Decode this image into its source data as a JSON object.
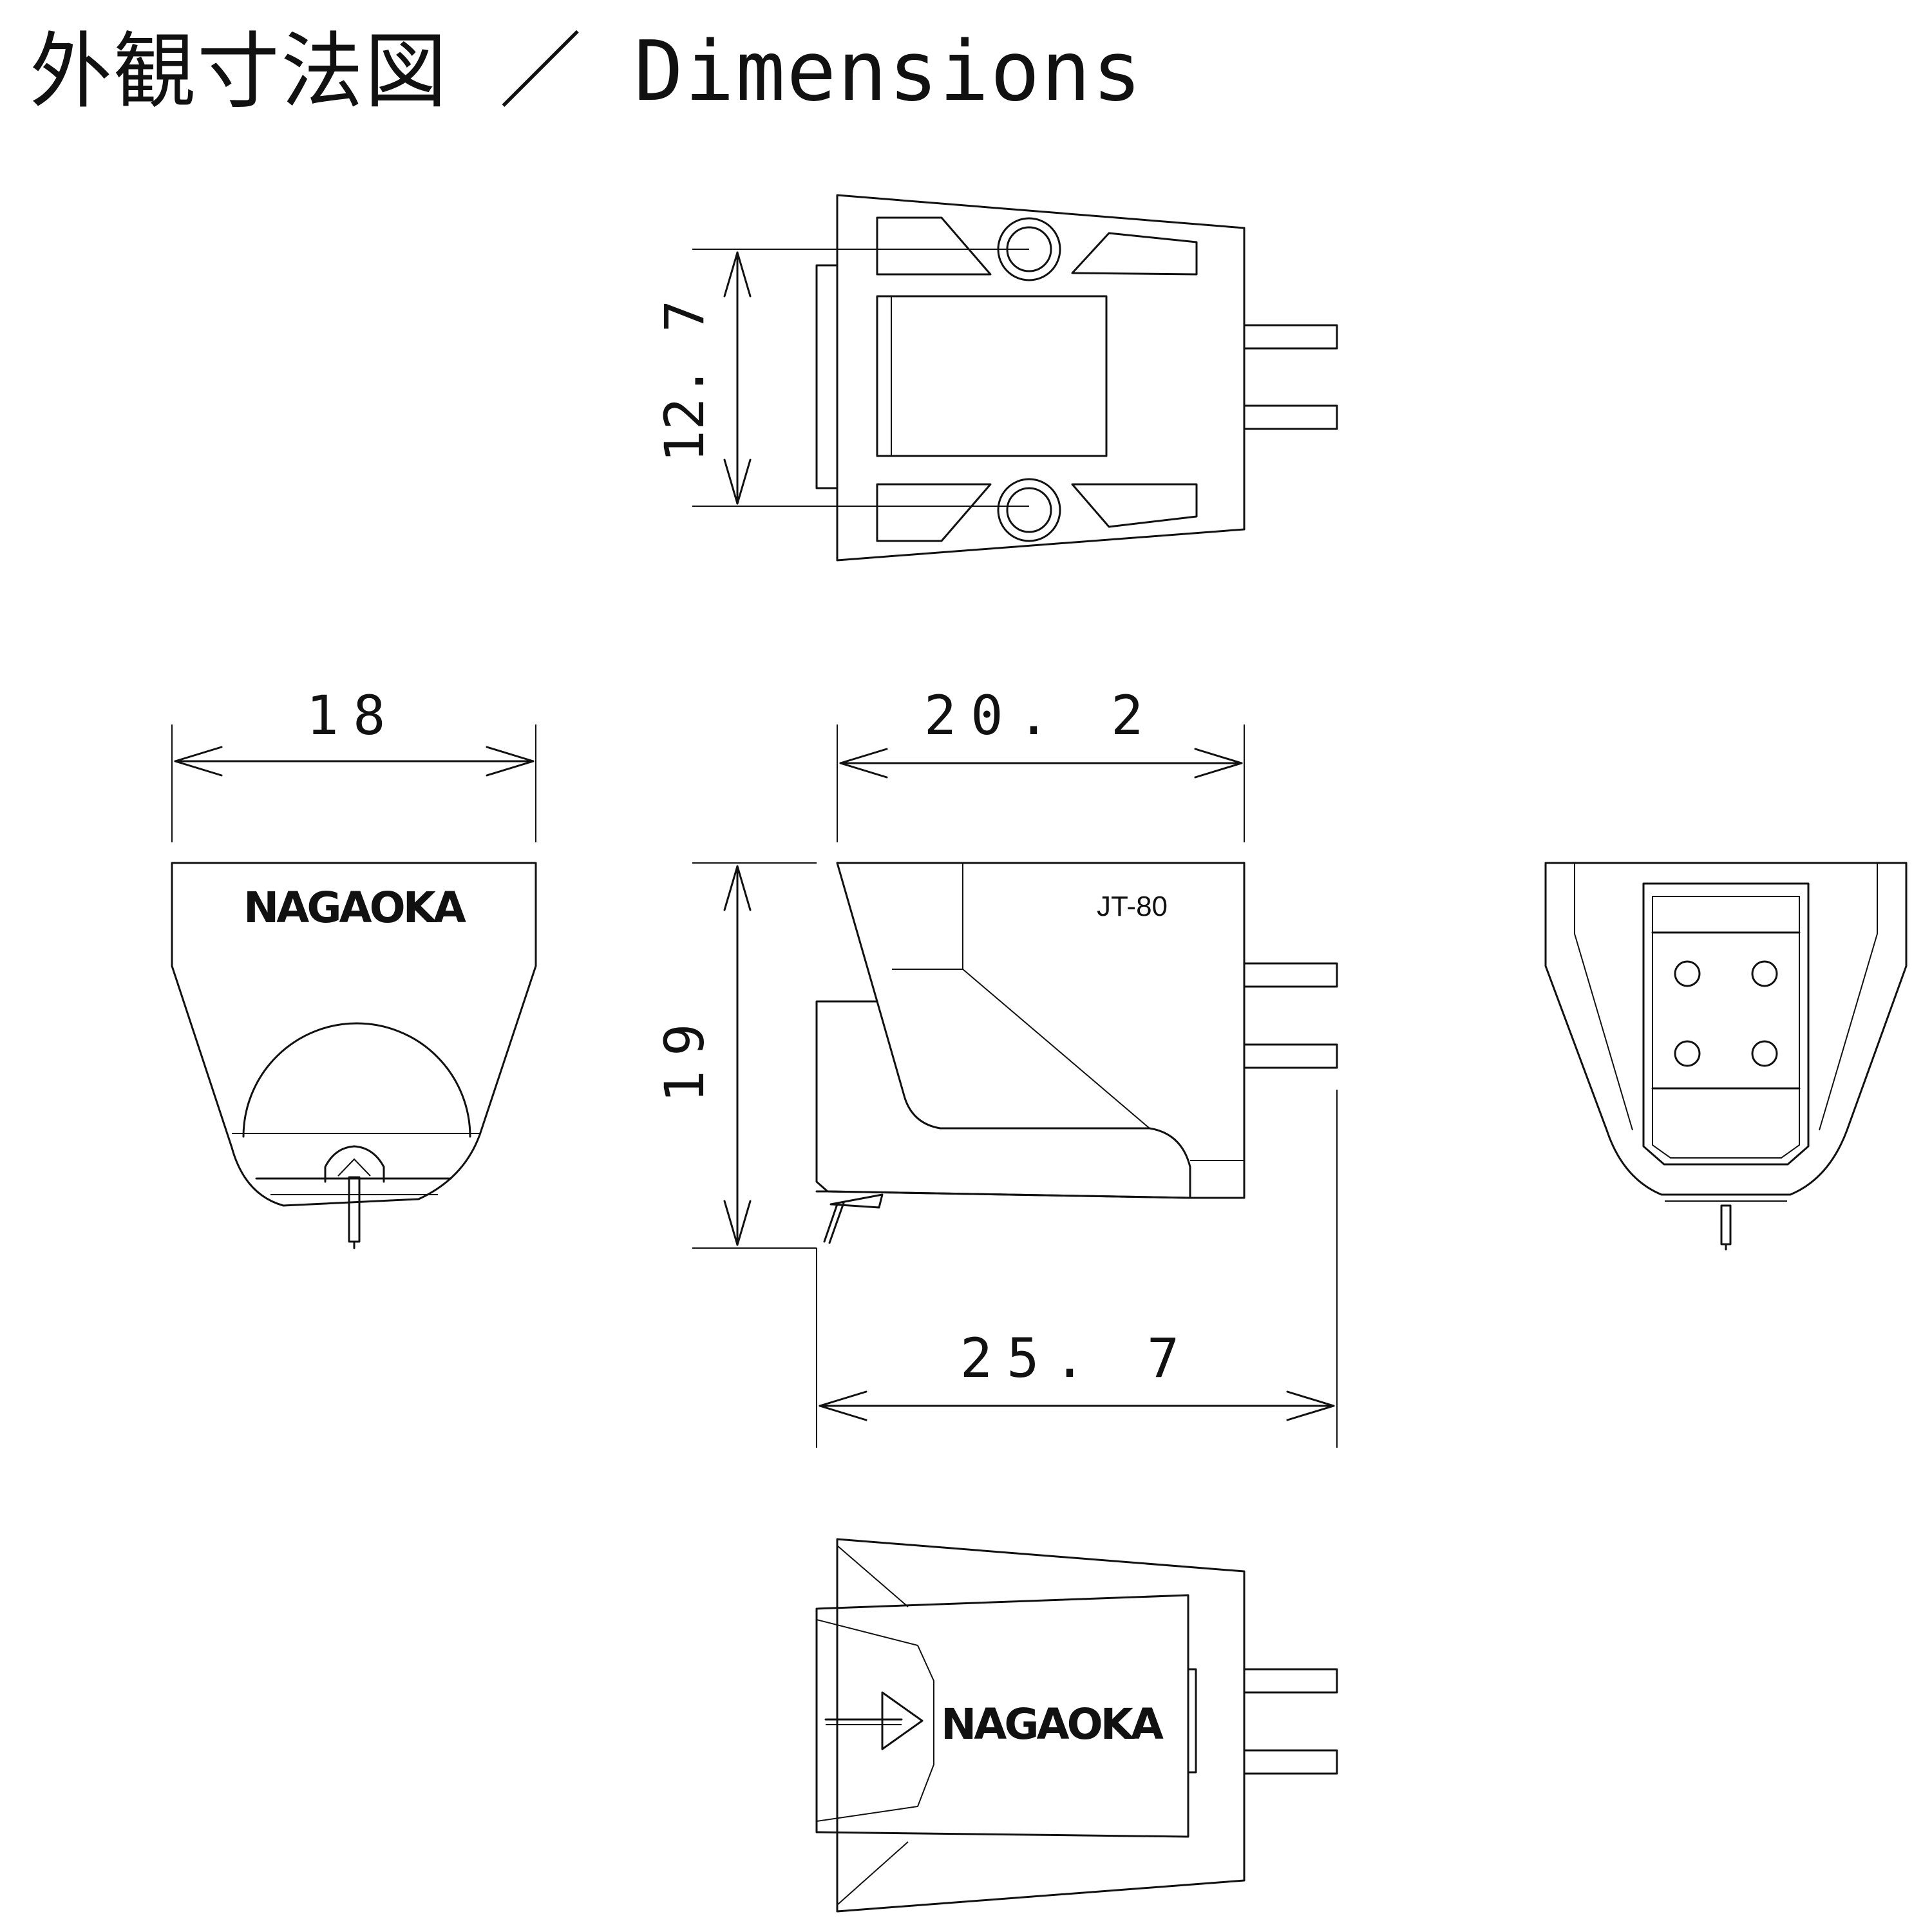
{
  "title": "外観寸法図 ／ Dimensions",
  "dimensions": {
    "width_top": "12. 7",
    "front_width": "18",
    "body_length": "20. 2",
    "height": "19",
    "overall_length": "25. 7"
  },
  "labels": {
    "model": "JT-80",
    "brand_front": "NAGAOKA",
    "brand_bottom": "NAGAOKA"
  }
}
